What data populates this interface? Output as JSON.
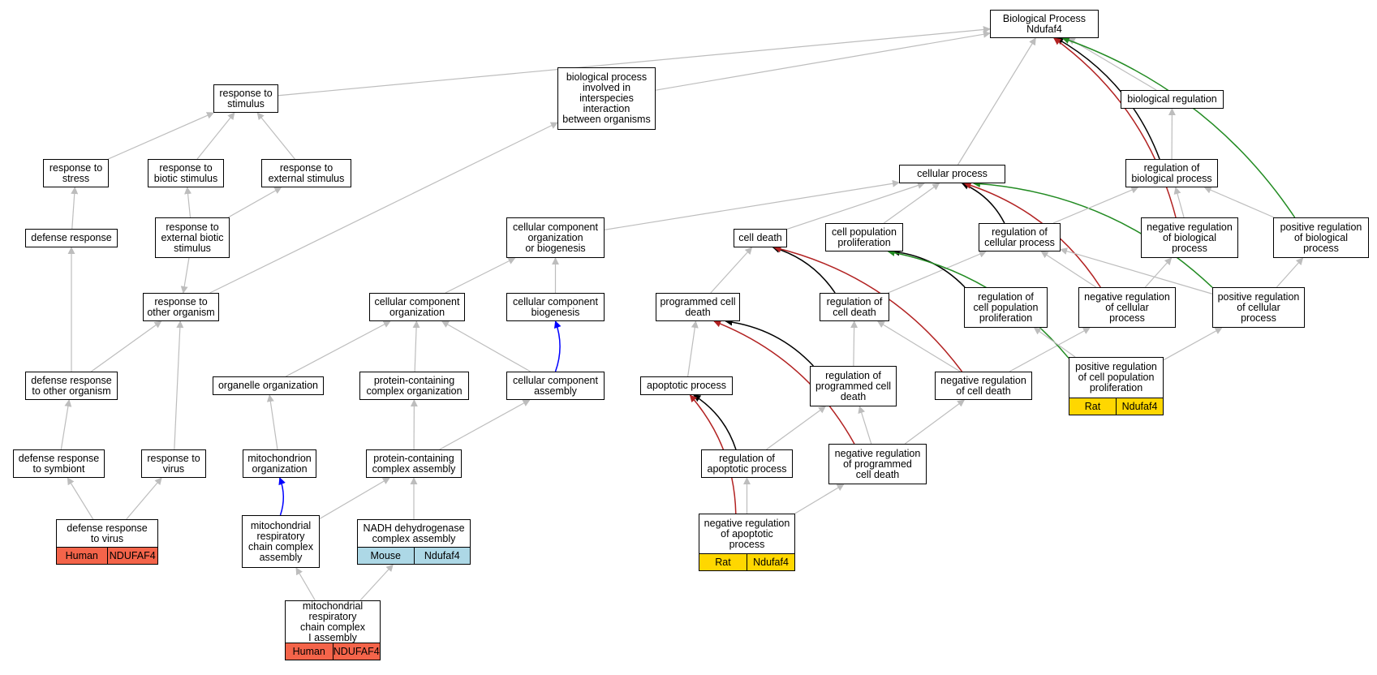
{
  "colors": {
    "grey": "#bdbdbd",
    "black": "#000000",
    "red": "#b22222",
    "green": "#228b22",
    "blue": "#0000ff",
    "human": "#f4644a",
    "mouse": "#add8e6",
    "rat": "#ffd700"
  },
  "nodes": {
    "bp": "Biological Process\nNdufaf4",
    "resp_stim": "response to\nstimulus",
    "bp_interspecies": "biological process\ninvolved in\ninterspecies\ninteraction\nbetween organisms",
    "bio_reg": "biological regulation",
    "resp_stress": "response to\nstress",
    "resp_biotic": "response to\nbiotic stimulus",
    "resp_ext": "response to\nexternal stimulus",
    "cell_proc": "cellular process",
    "reg_bio": "regulation of\nbiological process",
    "def_resp": "defense response",
    "resp_ext_biotic": "response to\nexternal biotic\nstimulus",
    "cc_org_bio": "cellular component\norganization\nor biogenesis",
    "cell_death": "cell death",
    "cell_pop_prolif": "cell population\nproliferation",
    "reg_cell_proc": "regulation of\ncellular process",
    "neg_reg_bio": "negative regulation\nof biological\nprocess",
    "pos_reg_bio": "positive regulation\nof biological\nprocess",
    "resp_other_org": "response to\nother organism",
    "cc_org": "cellular component\norganization",
    "cc_biogen": "cellular component\nbiogenesis",
    "prog_death": "programmed cell\ndeath",
    "reg_cell_death": "regulation of\ncell death",
    "reg_cell_pop": "regulation of\ncell population\nproliferation",
    "neg_reg_cell_proc": "negative regulation\nof cellular\nprocess",
    "pos_reg_cell_proc": "positive regulation\nof cellular\nprocess",
    "def_other_org": "defense response\nto other organism",
    "organelle_org": "organelle organization",
    "prot_complex_org": "protein-containing\ncomplex organization",
    "cc_assembly": "cellular component\nassembly",
    "apoptotic": "apoptotic process",
    "reg_prog_death": "regulation of\nprogrammed cell\ndeath",
    "neg_reg_cell_death": "negative regulation\nof cell death",
    "pos_reg_cell_pop": "positive regulation\nof cell population\nproliferation",
    "def_symbiont": "defense response\nto symbiont",
    "resp_virus": "response to\nvirus",
    "mito_org": "mitochondrion\norganization",
    "prot_complex_asm": "protein-containing\ncomplex assembly",
    "reg_apoptotic": "regulation of\napoptotic process",
    "neg_reg_prog_death": "negative regulation\nof programmed\ncell death",
    "def_virus": "defense response\nto virus",
    "mito_resp_chain": "mitochondrial\nrespiratory\nchain complex\nassembly",
    "nadh_asm": "NADH dehydrogenase\ncomplex assembly",
    "neg_reg_apoptotic": "negative regulation\nof apoptotic\nprocess",
    "mito_complex_I": "mitochondrial\nrespiratory\nchain complex\nI assembly"
  },
  "annotations": {
    "def_virus": [
      "Human",
      "NDUFAF4"
    ],
    "nadh_asm": [
      "Mouse",
      "Ndufaf4"
    ],
    "neg_reg_apoptotic": [
      "Rat",
      "Ndufaf4"
    ],
    "pos_reg_cell_pop": [
      "Rat",
      "Ndufaf4"
    ],
    "mito_complex_I": [
      "Human",
      "NDUFAF4"
    ]
  },
  "edges": [
    [
      "resp_stim",
      "bp",
      "grey"
    ],
    [
      "bp_interspecies",
      "bp",
      "grey"
    ],
    [
      "cell_proc",
      "bp",
      "grey"
    ],
    [
      "bio_reg",
      "bp",
      "grey"
    ],
    [
      "reg_bio",
      "bp",
      "black"
    ],
    [
      "neg_reg_bio",
      "bp",
      "red"
    ],
    [
      "pos_reg_bio",
      "bp",
      "green"
    ],
    [
      "reg_bio",
      "bio_reg",
      "grey"
    ],
    [
      "neg_reg_bio",
      "reg_bio",
      "grey"
    ],
    [
      "pos_reg_bio",
      "reg_bio",
      "grey"
    ],
    [
      "resp_stress",
      "resp_stim",
      "grey"
    ],
    [
      "resp_biotic",
      "resp_stim",
      "grey"
    ],
    [
      "resp_ext",
      "resp_stim",
      "grey"
    ],
    [
      "def_resp",
      "resp_stress",
      "grey"
    ],
    [
      "resp_ext_biotic",
      "resp_biotic",
      "grey"
    ],
    [
      "resp_ext_biotic",
      "resp_ext",
      "grey"
    ],
    [
      "resp_ext_biotic",
      "resp_other_org",
      "grey",
      true
    ],
    [
      "resp_other_org",
      "bp_interspecies",
      "grey"
    ],
    [
      "def_other_org",
      "def_resp",
      "grey"
    ],
    [
      "def_other_org",
      "resp_other_org",
      "grey"
    ],
    [
      "def_symbiont",
      "def_other_org",
      "grey"
    ],
    [
      "resp_virus",
      "resp_other_org",
      "grey"
    ],
    [
      "def_virus",
      "def_symbiont",
      "grey"
    ],
    [
      "def_virus",
      "resp_virus",
      "grey"
    ],
    [
      "cc_org_bio",
      "cell_proc",
      "grey"
    ],
    [
      "cell_death",
      "cell_proc",
      "grey"
    ],
    [
      "cell_pop_prolif",
      "cell_proc",
      "grey"
    ],
    [
      "reg_cell_proc",
      "cell_proc",
      "black"
    ],
    [
      "neg_reg_cell_proc",
      "cell_proc",
      "red"
    ],
    [
      "pos_reg_cell_proc",
      "cell_proc",
      "green"
    ],
    [
      "reg_cell_proc",
      "reg_bio",
      "grey"
    ],
    [
      "neg_reg_cell_proc",
      "neg_reg_bio",
      "grey"
    ],
    [
      "pos_reg_cell_proc",
      "pos_reg_bio",
      "grey"
    ],
    [
      "neg_reg_cell_proc",
      "reg_cell_proc",
      "grey"
    ],
    [
      "pos_reg_cell_proc",
      "reg_cell_proc",
      "grey"
    ],
    [
      "cc_org",
      "cc_org_bio",
      "grey"
    ],
    [
      "cc_biogen",
      "cc_org_bio",
      "grey"
    ],
    [
      "organelle_org",
      "cc_org",
      "grey"
    ],
    [
      "prot_complex_org",
      "cc_org",
      "grey"
    ],
    [
      "cc_assembly",
      "cc_org",
      "grey"
    ],
    [
      "cc_assembly",
      "cc_biogen",
      "blue"
    ],
    [
      "mito_org",
      "organelle_org",
      "grey"
    ],
    [
      "prot_complex_asm",
      "prot_complex_org",
      "grey"
    ],
    [
      "prot_complex_asm",
      "cc_assembly",
      "grey"
    ],
    [
      "mito_resp_chain",
      "mito_org",
      "blue"
    ],
    [
      "mito_resp_chain",
      "prot_complex_asm",
      "grey"
    ],
    [
      "nadh_asm",
      "prot_complex_asm",
      "grey"
    ],
    [
      "mito_complex_I",
      "mito_resp_chain",
      "grey"
    ],
    [
      "mito_complex_I",
      "nadh_asm",
      "grey"
    ],
    [
      "prog_death",
      "cell_death",
      "grey"
    ],
    [
      "reg_cell_death",
      "cell_death",
      "black"
    ],
    [
      "neg_reg_cell_death",
      "cell_death",
      "red"
    ],
    [
      "reg_cell_death",
      "reg_cell_proc",
      "grey"
    ],
    [
      "neg_reg_cell_death",
      "reg_cell_death",
      "grey"
    ],
    [
      "neg_reg_cell_death",
      "neg_reg_cell_proc",
      "grey"
    ],
    [
      "reg_cell_pop",
      "cell_pop_prolif",
      "black"
    ],
    [
      "pos_reg_cell_pop",
      "cell_pop_prolif",
      "green"
    ],
    [
      "pos_reg_cell_pop",
      "reg_cell_pop",
      "grey"
    ],
    [
      "pos_reg_cell_pop",
      "pos_reg_cell_proc",
      "grey"
    ],
    [
      "apoptotic",
      "prog_death",
      "grey"
    ],
    [
      "reg_prog_death",
      "prog_death",
      "black"
    ],
    [
      "neg_reg_prog_death",
      "prog_death",
      "red"
    ],
    [
      "reg_prog_death",
      "reg_cell_death",
      "grey"
    ],
    [
      "neg_reg_prog_death",
      "reg_prog_death",
      "grey"
    ],
    [
      "neg_reg_prog_death",
      "neg_reg_cell_death",
      "grey"
    ],
    [
      "reg_apoptotic",
      "apoptotic",
      "black"
    ],
    [
      "neg_reg_apoptotic",
      "apoptotic",
      "red"
    ],
    [
      "reg_apoptotic",
      "reg_prog_death",
      "grey"
    ],
    [
      "neg_reg_apoptotic",
      "reg_apoptotic",
      "grey"
    ],
    [
      "neg_reg_apoptotic",
      "neg_reg_prog_death",
      "grey"
    ]
  ]
}
